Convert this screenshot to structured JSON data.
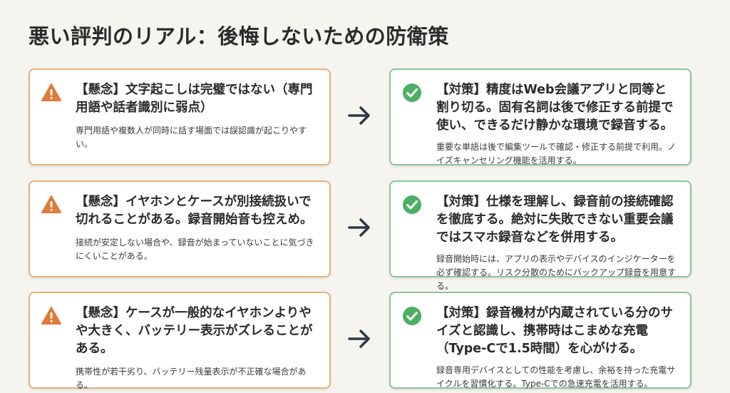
{
  "page": {
    "title": "悪い評判のリアル：後悔しないための防衛策"
  },
  "colors": {
    "background": "#f6f4ef",
    "concern_border": "#e0b47a",
    "concern_icon": "#e07b39",
    "solution_border": "#8ec49a",
    "solution_icon": "#4caf64",
    "arrow": "#2f3a46"
  },
  "rows": [
    {
      "concern": {
        "icon": "warning-icon",
        "heading": "【懸念】文字起こしは完璧ではない（専門用語や話者識別に弱点）",
        "body": "専門用語や複数人が同時に話す場面では誤認識が起こりやすい。"
      },
      "solution": {
        "icon": "check-circle-icon",
        "heading": "【対策】精度はWeb会議アプリと同等と割り切る。固有名詞は後で修正する前提で使い、できるだけ静かな環境で録音する。",
        "body": "重要な単語は後で編集ツールで確認・修正する前提で利用。ノイズキャンセリング機能を活用する。"
      }
    },
    {
      "concern": {
        "icon": "warning-icon",
        "heading": "【懸念】イヤホンとケースが別接続扱いで切れることがある。録音開始音も控えめ。",
        "body": "接続が安定しない場合や、録音が始まっていないことに気づきにくいことがある。"
      },
      "solution": {
        "icon": "check-circle-icon",
        "heading": "【対策】仕様を理解し、録音前の接続確認を徹底する。絶対に失敗できない重要会議ではスマホ録音などを併用する。",
        "body": "録音開始時には、アプリの表示やデバイスのインジケーターを必ず確認する。リスク分散のためにバックアップ録音を用意する。"
      }
    },
    {
      "concern": {
        "icon": "warning-icon",
        "heading": "【懸念】ケースが一般的なイヤホンよりやや大きく、バッテリー表示がズレることがある。",
        "body": "携帯性が若干劣り、バッテリー残量表示が不正確な場合がある。"
      },
      "solution": {
        "icon": "check-circle-icon",
        "heading": "【対策】録音機材が内蔵されている分のサイズと認識し、携帯時はこまめな充電（Type-Cで1.5時間）を心がける。",
        "body": "録音専用デバイスとしての性能を考慮し、余裕を持った充電サイクルを習慣化する。Type-Cでの急速充電を活用する。"
      }
    }
  ]
}
